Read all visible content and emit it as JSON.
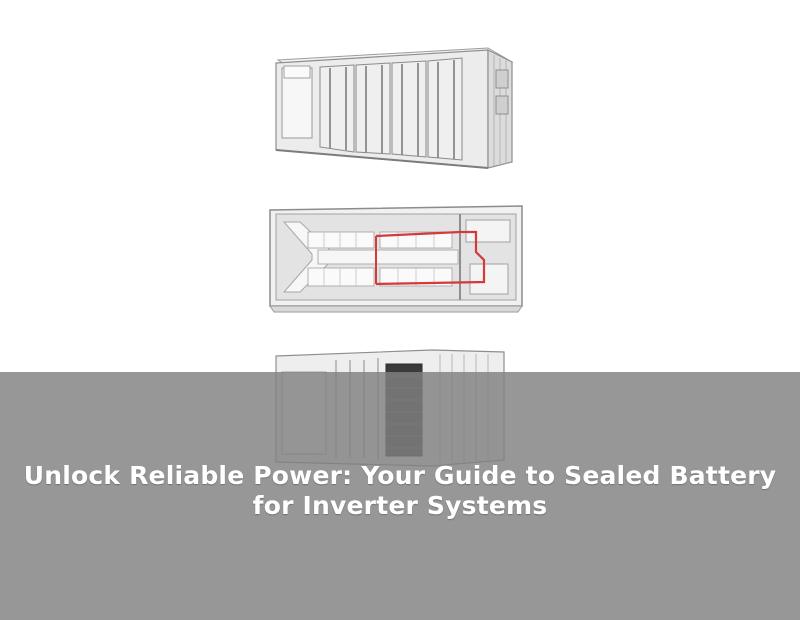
{
  "headline": {
    "line1": "Unlock Reliable Power: Your Guide to Sealed Battery",
    "line2": "for Inverter Systems"
  },
  "colors": {
    "overlay": "#808080",
    "container_body": "#e8e8e8",
    "container_outline": "#9a9a9a",
    "cable_red": "#d43a3a",
    "text": "#ffffff"
  },
  "illustrations": [
    {
      "name": "container-closed-doors",
      "icon": "shipping-container-icon"
    },
    {
      "name": "container-interior-top-view",
      "icon": "battery-layout-icon"
    },
    {
      "name": "container-side-vent-view",
      "icon": "shipping-container-vent-icon"
    }
  ]
}
